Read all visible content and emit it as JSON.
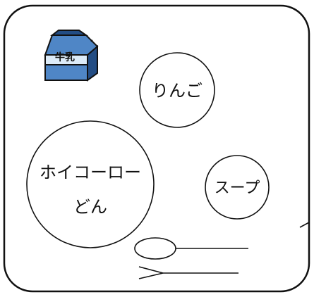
{
  "tray": {
    "items": {
      "milk": {
        "label": "牛乳",
        "icon": "milk-carton-icon"
      },
      "apple": {
        "label": "りんご"
      },
      "stir_fry": {
        "line1": "ホイコーロー",
        "line2": "どん"
      },
      "soup": {
        "label": "スープ"
      },
      "spoon": {
        "icon": "spoon-icon"
      },
      "fork": {
        "icon": "fork-icon"
      }
    }
  },
  "colors": {
    "outline": "#111111",
    "milk_blue": "#4f86c6",
    "milk_dark": "#234d84",
    "milk_light": "#dcebf8",
    "background": "#ffffff"
  }
}
